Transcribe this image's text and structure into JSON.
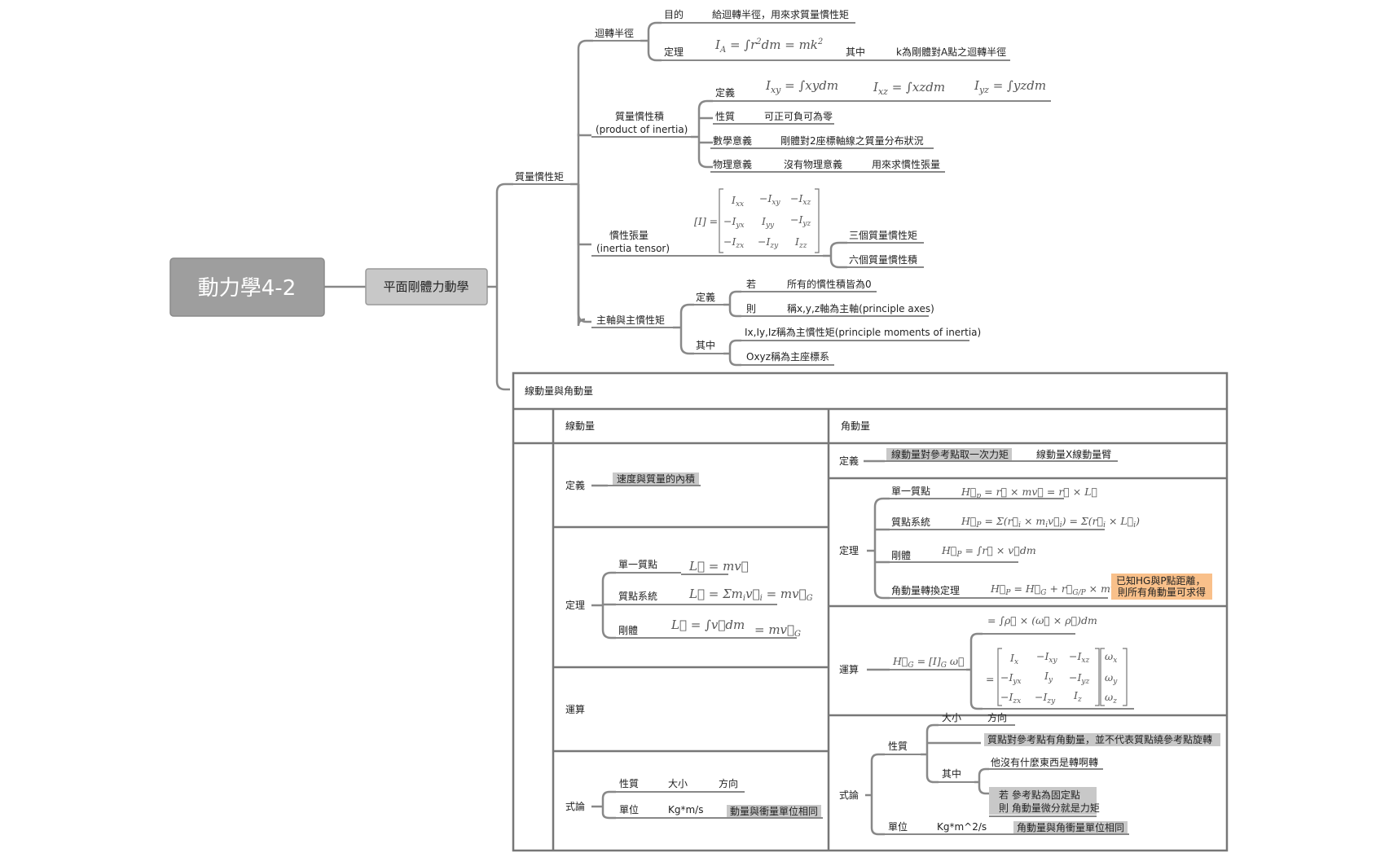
{
  "root": "動力學4-2",
  "main": "平面剛體力動學",
  "moi": {
    "label": "質量慣性矩",
    "gyration": {
      "label": "迴轉半徑",
      "purpose_label": "目的",
      "purpose_text": "給迴轉半徑，用來求質量慣性矩",
      "theorem_label": "定理",
      "theorem_formula": "I_A = ∫r²dm = mk²",
      "where_label": "其中",
      "where_text": "k為剛體對A點之迴轉半徑"
    },
    "product": {
      "label1": "質量慣性積",
      "label2": "(product of inertia)",
      "def_label": "定義",
      "def_formula_1": "I_xy = ∫xydm",
      "def_formula_2": "I_xz = ∫xzdm",
      "def_formula_3": "I_yz = ∫yzdm",
      "prop_label": "性質",
      "prop_text": "可正可負可為零",
      "math_label": "數學意義",
      "math_text": "剛體對2座標軸線之質量分布狀況",
      "phys_label": "物理意義",
      "phys_text": "沒有物理意義",
      "phys_text2": "用來求慣性張量"
    },
    "tensor": {
      "label1": "慣性張量",
      "label2": "(inertia tensor)",
      "formula": "[I] = [Ixx −Ixy −Ixz; −Iyx Iyy −Iyz; −Izx −Izy Izz]",
      "item1": "三個質量慣性矩",
      "item2": "六個質量慣性積"
    },
    "principal": {
      "label": "主軸與主慣性矩",
      "def_label": "定義",
      "if_label": "若",
      "if_text": "所有的慣性積皆為0",
      "then_label": "則",
      "then_text": "稱x,y,z軸為主軸(principle axes)",
      "where_label": "其中",
      "where_text1": "Ix,Iy,Iz稱為主慣性矩(principle moments of inertia)",
      "where_text2": "Oxyz稱為主座標系"
    }
  },
  "momentum": {
    "title": "線動量與角動量",
    "col_linear": "線動量",
    "col_angular": "角動量",
    "linear": {
      "def_label": "定義",
      "def_text": "速度與質量的內積",
      "thm_label": "定理",
      "single_label": "單一質點",
      "single_formula": "L = mv",
      "system_label": "質點系統",
      "system_formula": "L = Σ m_i v_i = m v_G",
      "rigid_label": "剛體",
      "rigid_formula": "L = ∫v dm",
      "rigid_formula2": "= m v_G",
      "calc_label": "運算",
      "misc_label": "式論",
      "prop_label": "性質",
      "prop_size": "大小",
      "prop_dir": "方向",
      "unit_label": "單位",
      "unit_value": "Kg*m/s",
      "unit_note": "動量與衝量單位相同"
    },
    "angular": {
      "def_label": "定義",
      "def_text1": "線動量對參考點取一次力矩",
      "def_text2": "線動量X線動量臂",
      "thm_label": "定理",
      "single_label": "單一質點",
      "single_formula": "H_P = r × mv = r × L",
      "system_label": "質點系統",
      "system_formula": "H_P = Σ(r_i × m_i v_i) = Σ(r_i × L_i)",
      "rigid_label": "剛體",
      "rigid_formula": "H_P = ∫ r × v dm",
      "transfer_label": "角動量轉換定理",
      "transfer_formula": "H_P = H_G + r_G/P × m v_G",
      "transfer_note1": "已知HG與P點距離，",
      "transfer_note2": "則所有角動量可求得",
      "calc_label": "運算",
      "calc_formula1": "= ∫ρ × (ω × ρ) dm",
      "calc_formula_lhs": "H_G = [I]_G ω",
      "calc_matrix": "[Ix −Ixy −Ixz; −Iyx Iy −Iyz; −Izx −Izy Iz][ωx; ωy; ωz]",
      "misc_label": "式論",
      "prop_label": "性質",
      "size_label": "大小",
      "dir_label": "方向",
      "note1": "質點對參考點有角動量，並不代表質點繞參考點旋轉",
      "where_label": "其中",
      "where_text1": "他沒有什麼東西是轉啊轉",
      "where_text2a": "若 參考點為固定點",
      "where_text2b": "則 角動量微分就是力矩",
      "unit_label": "單位",
      "unit_value": "Kg*m^2/s",
      "unit_note": "角動量與角衝量單位相同"
    }
  },
  "colors": {
    "root_fill": "#9e9e9e",
    "main_fill": "#c8c8c8",
    "highlight": "#c8c8c8",
    "orange": "#f9c08a",
    "line": "#888888"
  }
}
